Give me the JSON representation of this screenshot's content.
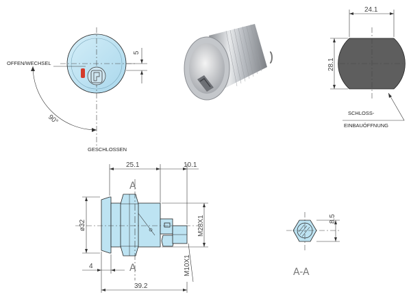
{
  "front_view": {
    "label_open": "OFFEN/WECHSEL",
    "label_closed": "GESCHLOSSEN",
    "dim_offset": "5",
    "angle": "90°"
  },
  "cutout_view": {
    "dim_width": "24.1",
    "dim_height": "28.1",
    "callout_line1": "SCHLOSS-",
    "callout_line2": "EINBAUÖFFNUNG"
  },
  "side_view": {
    "dim_body": "25.1",
    "dim_tail": "10.1",
    "dim_diameter": "ø32",
    "dim_thread_main": "M28X1",
    "dim_thread_nut": "M10X1",
    "dim_flange": "4",
    "dim_total": "39.2",
    "section_marker": "A"
  },
  "section_view": {
    "dim_key": "8.5",
    "label": "A-A"
  },
  "colors": {
    "part_fill": "#bde3f2",
    "cutout_fill": "#5e5e5e",
    "indicator": "#d43a2a"
  }
}
